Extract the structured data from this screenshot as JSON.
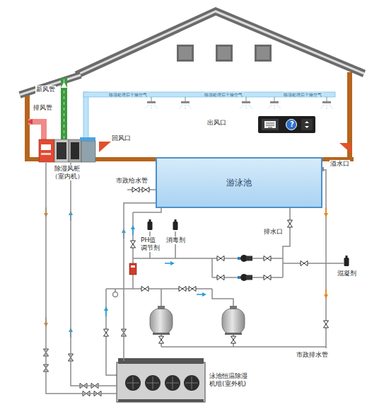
{
  "diagram": {
    "nodes": [
      {
        "text": [
          "除湿风柜 （室内机）"
        ]
      },
      {
        "text": [
          "游泳池"
        ]
      },
      {
        "text": [
          "泳池恒温除湿 机组(室外机)"
        ]
      }
    ],
    "edges": [
      {
        "from": 0,
        "to": 2,
        "arrow": "none"
      },
      {
        "from": 0,
        "to": 2,
        "arrow": "none"
      },
      {
        "from": 2,
        "to": 1,
        "arrow": "none"
      }
    ],
    "labels": [
      "新风管",
      "排风管",
      "除湿处理后干燥空气",
      "除湿处理后干燥空气",
      "除湿处理后干燥空气",
      "回风口",
      "出风口",
      "?",
      "溢水口",
      "市政给水管",
      "PH值 调节剂",
      "消毒剂",
      "排水口",
      "混凝剂",
      "市政排水管"
    ]
  }
}
